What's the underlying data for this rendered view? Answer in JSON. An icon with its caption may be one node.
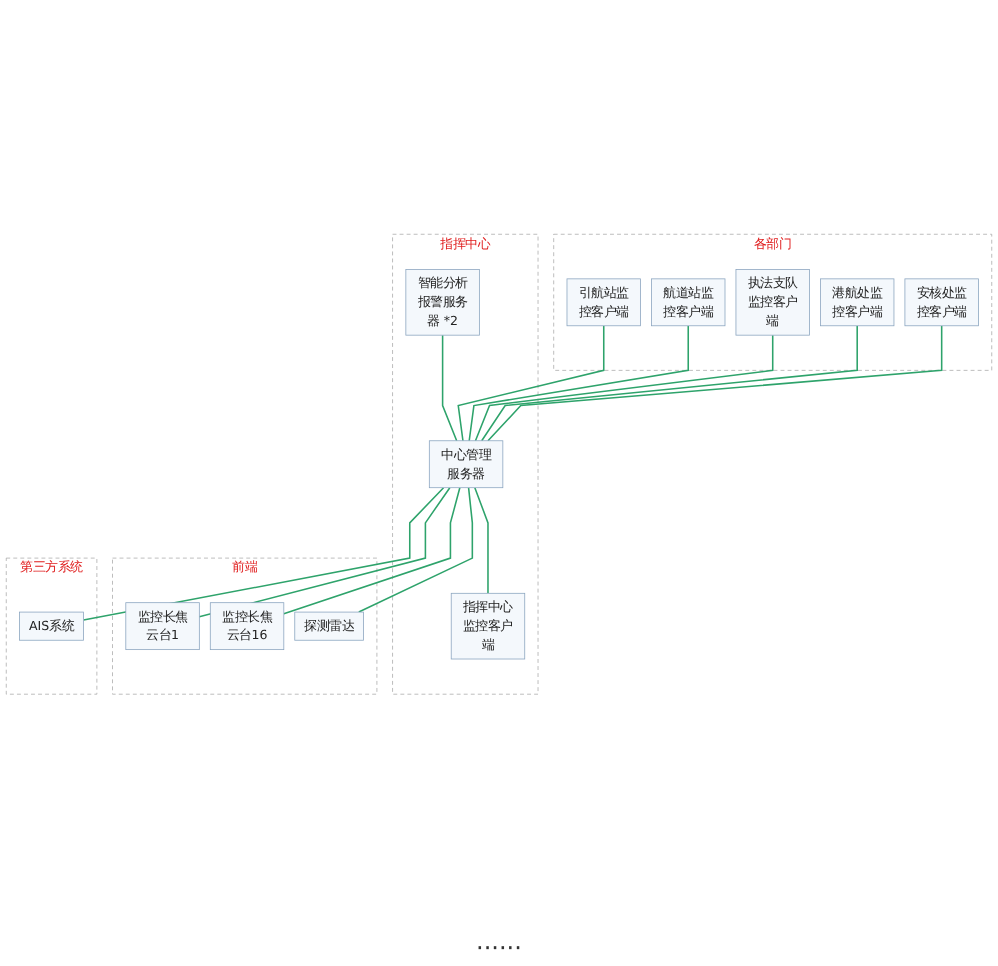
{
  "diagram": {
    "nodes": [
      {
        "text": [
          "各部门"
        ]
      },
      {
        "text": [
          "安核处监控客户端"
        ],
        "in": 0
      },
      {
        "text": [
          "港航处监控客户端"
        ],
        "in": 0
      },
      {
        "text": [
          "执法支队监控客户端"
        ],
        "in": 0
      },
      {
        "text": [
          "航道站监控客户端"
        ],
        "in": 0
      },
      {
        "text": [
          "引航站监控客户端"
        ],
        "in": 0
      },
      {
        "text": [
          "指挥中心"
        ]
      },
      {
        "text": [
          "智能分析报警服务器 *2"
        ],
        "in": 6
      },
      {
        "text": [
          "中心管理服务器"
        ],
        "in": 6
      },
      {
        "text": [
          "指挥中心监控客户端"
        ],
        "in": 6
      },
      {
        "text": [
          "前端"
        ]
      },
      {
        "text": [
          "监控长焦云台1"
        ],
        "in": 10
      },
      {
        "text": [
          "监控长焦云台16"
        ],
        "in": 10
      },
      {
        "text": [
          "探测雷达"
        ],
        "in": 10
      },
      {
        "text": [
          "第三方系统"
        ]
      },
      {
        "text": [
          "AIS系统"
        ],
        "in": 14
      }
    ],
    "edges": [
      {
        "from": 1,
        "to": 8,
        "arrow": "none"
      },
      {
        "from": 2,
        "to": 8,
        "arrow": "none"
      },
      {
        "from": 3,
        "to": 8,
        "arrow": "none"
      },
      {
        "from": 4,
        "to": 8,
        "arrow": "none"
      },
      {
        "from": 5,
        "to": 8,
        "arrow": "none"
      },
      {
        "from": 7,
        "to": 8,
        "arrow": "none"
      },
      {
        "from": 8,
        "to": 9,
        "arrow": "none"
      },
      {
        "from": 8,
        "to": 11,
        "arrow": "none"
      },
      {
        "from": 8,
        "to": 12,
        "arrow": "none"
      },
      {
        "from": 8,
        "to": 13,
        "arrow": "none"
      },
      {
        "from": 8,
        "to": 15,
        "arrow": "none"
      }
    ],
    "labels": [
      "······"
    ]
  }
}
